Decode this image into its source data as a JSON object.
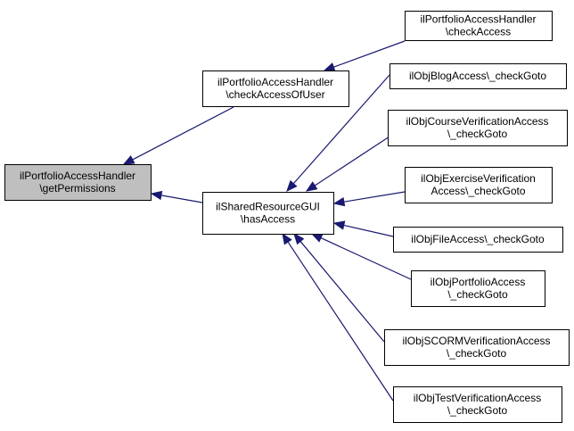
{
  "diagram": {
    "nodes": [
      {
        "id": "getPermissions",
        "lines": [
          "ilPortfolioAccessHandler",
          "\\getPermissions"
        ],
        "highlight": true
      },
      {
        "id": "checkAccessOfUser",
        "lines": [
          "ilPortfolioAccessHandler",
          "\\checkAccessOfUser"
        ]
      },
      {
        "id": "hasAccess",
        "lines": [
          "ilSharedResourceGUI",
          "\\hasAccess"
        ]
      },
      {
        "id": "checkAccess",
        "lines": [
          "ilPortfolioAccessHandler",
          "\\checkAccess"
        ]
      },
      {
        "id": "blogGoto",
        "lines": [
          "ilObjBlogAccess\\_checkGoto"
        ]
      },
      {
        "id": "courseVerGoto",
        "lines": [
          "ilObjCourseVerificationAccess",
          "\\_checkGoto"
        ]
      },
      {
        "id": "exerciseVerGoto",
        "lines": [
          "ilObjExerciseVerification",
          "Access\\_checkGoto"
        ]
      },
      {
        "id": "fileGoto",
        "lines": [
          "ilObjFileAccess\\_checkGoto"
        ]
      },
      {
        "id": "portfolioGoto",
        "lines": [
          "ilObjPortfolioAccess",
          "\\_checkGoto"
        ]
      },
      {
        "id": "scormVerGoto",
        "lines": [
          "ilObjSCORMVerificationAccess",
          "\\_checkGoto"
        ]
      },
      {
        "id": "testVerGoto",
        "lines": [
          "ilObjTestVerificationAccess",
          "\\_checkGoto"
        ]
      }
    ],
    "edges": [
      {
        "from": "checkAccessOfUser",
        "to": "getPermissions"
      },
      {
        "from": "hasAccess",
        "to": "getPermissions"
      },
      {
        "from": "checkAccess",
        "to": "checkAccessOfUser"
      },
      {
        "from": "blogGoto",
        "to": "hasAccess"
      },
      {
        "from": "courseVerGoto",
        "to": "hasAccess"
      },
      {
        "from": "exerciseVerGoto",
        "to": "hasAccess"
      },
      {
        "from": "fileGoto",
        "to": "hasAccess"
      },
      {
        "from": "portfolioGoto",
        "to": "hasAccess"
      },
      {
        "from": "scormVerGoto",
        "to": "hasAccess"
      },
      {
        "from": "testVerGoto",
        "to": "hasAccess"
      }
    ],
    "colors": {
      "edge": "#191970",
      "highlight_fill": "#bfbfbf",
      "node_fill": "#ffffff",
      "border": "#000000"
    }
  }
}
